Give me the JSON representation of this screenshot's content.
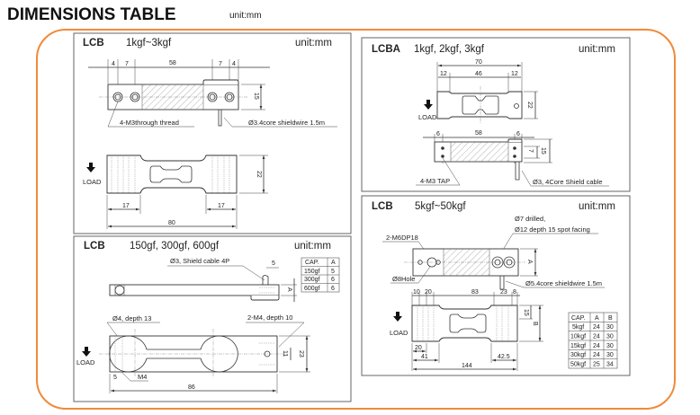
{
  "header": {
    "title": "DIMENSIONS TABLE",
    "unit": "unit:mm"
  },
  "colors": {
    "frame": "#f08a3a"
  },
  "panel1": {
    "model": "LCB",
    "capacity": "1kgf~3kgf",
    "unit": "unit:mm",
    "dims_top": [
      "4",
      "7",
      "58",
      "7",
      "4"
    ],
    "height_top": "15",
    "thread_note": "4-M3through thread",
    "cable_note": "Ø3.4core shieldwire 1.5m",
    "load": "LOAD",
    "height_side": "22",
    "dim_left": "17",
    "dim_right": "17",
    "length": "80"
  },
  "panel2": {
    "model": "LCB",
    "capacity": "150gf, 300gf, 600gf",
    "unit": "unit:mm",
    "cable_note": "Ø3, Shield cable 4P",
    "dim_cable": "5",
    "dim_a": "A",
    "table": {
      "headers": [
        "CAP.",
        "A"
      ],
      "rows": [
        [
          "150gf",
          "5"
        ],
        [
          "300gf",
          "6"
        ],
        [
          "600gf",
          "6"
        ]
      ]
    },
    "hole_note": "Ø4, depth 13",
    "thread_note": "2-M4, depth 10",
    "dim_11": "11",
    "dim_23": "23",
    "dim_5": "5",
    "m4": "M4",
    "length": "86",
    "load": "LOAD"
  },
  "panel3": {
    "model": "LCBA",
    "capacity": "1kgf, 2kgf, 3kgf",
    "unit": "unit:mm",
    "length": "70",
    "dims_top": [
      "12",
      "46",
      "12"
    ],
    "height_side": "22",
    "load": "LOAD",
    "dims_bottom": [
      "6",
      "58",
      "6"
    ],
    "dim_7": "7",
    "dim_15": "15",
    "tap_note": "4-M3 TAP",
    "cable_note": "Ø3, 4Core Shield cable"
  },
  "panel4": {
    "model": "LCB",
    "capacity": "5kgf~50kgf",
    "unit": "unit:mm",
    "drill_note1": "Ø7 drilled,",
    "drill_note2": "Ø12 depth 15 spot facing",
    "thread_note": "2-M6DP18",
    "hole_note": "Ø8Hole",
    "cable_note": "Ø5.4core shieldwire 1.5m",
    "dim_a": "A",
    "dims_top": [
      "10",
      "20",
      "83",
      "23",
      "8"
    ],
    "dim_15": "15",
    "dim_b": "B",
    "load": "LOAD",
    "dims_bottom": [
      "20",
      "41",
      "42.5",
      "144"
    ],
    "table": {
      "headers": [
        "CAP.",
        "A",
        "B"
      ],
      "rows": [
        [
          "5kgf",
          "24",
          "30"
        ],
        [
          "10kgf",
          "24",
          "30"
        ],
        [
          "15kgf",
          "24",
          "30"
        ],
        [
          "30kgf",
          "24",
          "30"
        ],
        [
          "50kgf",
          "25",
          "34"
        ]
      ]
    }
  }
}
